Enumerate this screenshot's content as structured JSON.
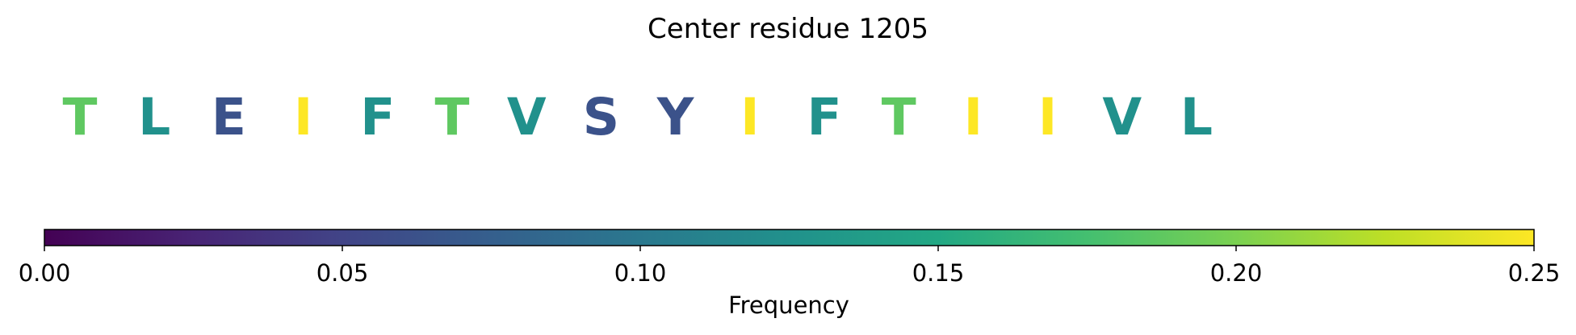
{
  "chart_data": {
    "type": "heatmap",
    "title": "Center residue 1205",
    "residues": [
      {
        "letter": "T",
        "frequency": 0.1875
      },
      {
        "letter": "L",
        "frequency": 0.125
      },
      {
        "letter": "E",
        "frequency": 0.0625
      },
      {
        "letter": "I",
        "frequency": 0.25
      },
      {
        "letter": "F",
        "frequency": 0.125
      },
      {
        "letter": "T",
        "frequency": 0.1875
      },
      {
        "letter": "V",
        "frequency": 0.125
      },
      {
        "letter": "S",
        "frequency": 0.0625
      },
      {
        "letter": "Y",
        "frequency": 0.0625
      },
      {
        "letter": "I",
        "frequency": 0.25
      },
      {
        "letter": "F",
        "frequency": 0.125
      },
      {
        "letter": "T",
        "frequency": 0.1875
      },
      {
        "letter": "I",
        "frequency": 0.25
      },
      {
        "letter": "I",
        "frequency": 0.25
      },
      {
        "letter": "V",
        "frequency": 0.125
      },
      {
        "letter": "L",
        "frequency": 0.125
      }
    ],
    "colorbar": {
      "label": "Frequency",
      "colormap": "viridis",
      "range": [
        0,
        0.25
      ],
      "ticks": [
        0,
        0.05,
        0.1,
        0.15,
        0.2,
        0.25
      ],
      "tick_labels": [
        "0.00",
        "0.05",
        "0.10",
        "0.15",
        "0.20",
        "0.25"
      ],
      "orientation": "horizontal"
    }
  }
}
